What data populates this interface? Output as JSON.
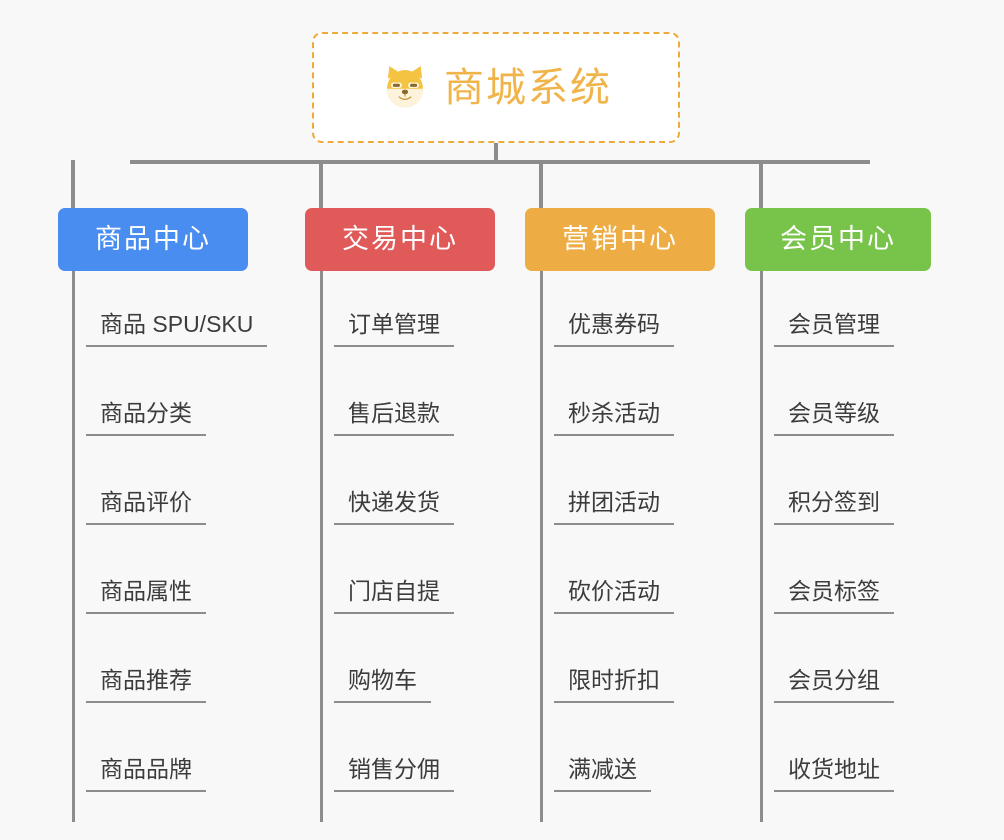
{
  "diagram": {
    "type": "mind-map",
    "title": "商城系统",
    "background_color": "#f8f8f8",
    "connector_color": "#8c8c8c",
    "root": {
      "label": "商城系统",
      "icon": "shiba-dog-face-icon",
      "text_color": "#f0b44a",
      "border_color": "#eeab3c",
      "border_style": "dashed",
      "fill_color": "#ffffff"
    },
    "categories": [
      {
        "label": "商品中心",
        "color": "#4a8df0",
        "text_color": "#ffffff",
        "items": [
          "商品 SPU/SKU",
          "商品分类",
          "商品评价",
          "商品属性",
          "商品推荐",
          "商品品牌"
        ]
      },
      {
        "label": "交易中心",
        "color": "#e05a5a",
        "text_color": "#ffffff",
        "items": [
          "订单管理",
          "售后退款",
          "快递发货",
          "门店自提",
          "购物车",
          "销售分佣"
        ]
      },
      {
        "label": "营销中心",
        "color": "#eeac44",
        "text_color": "#ffffff",
        "items": [
          "优惠券码",
          "秒杀活动",
          "拼团活动",
          "砍价活动",
          "限时折扣",
          "满减送"
        ]
      },
      {
        "label": "会员中心",
        "color": "#78c34a",
        "text_color": "#ffffff",
        "items": [
          "会员管理",
          "会员等级",
          "积分签到",
          "会员标签",
          "会员分组",
          "收货地址"
        ]
      }
    ]
  }
}
